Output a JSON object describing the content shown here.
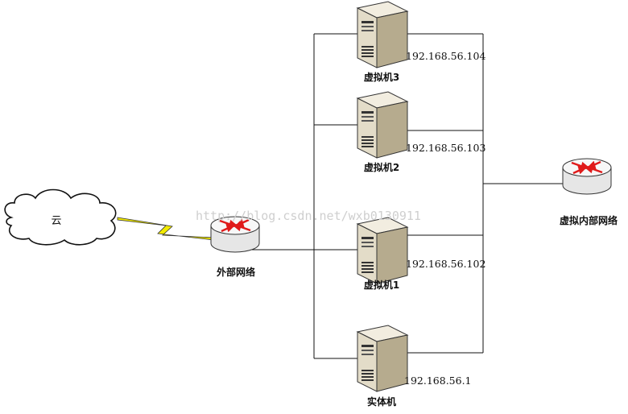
{
  "cloud": {
    "label": "云"
  },
  "external_router": {
    "label": "外部网络"
  },
  "internal_router": {
    "label": "虚拟内部网络"
  },
  "servers": [
    {
      "label": "虚拟机3",
      "ip": "192.168.56.104"
    },
    {
      "label": "虚拟机2",
      "ip": "192.168.56.103"
    },
    {
      "label": "虚拟机1",
      "ip": "192.168.56.102"
    },
    {
      "label": "实体机",
      "ip": "192.168.56.1"
    }
  ],
  "watermark": "http://blog.csdn.net/wxb0130911",
  "colors": {
    "server_body": "#e3dcc8",
    "server_side": "#b6ab8e",
    "server_top": "#f2ede0",
    "router_body": "#e6e6e6",
    "router_top": "#f7f7f7",
    "arrow_red": "#e01a1a",
    "lightning": "#f2ea00",
    "wire": "#111111"
  }
}
